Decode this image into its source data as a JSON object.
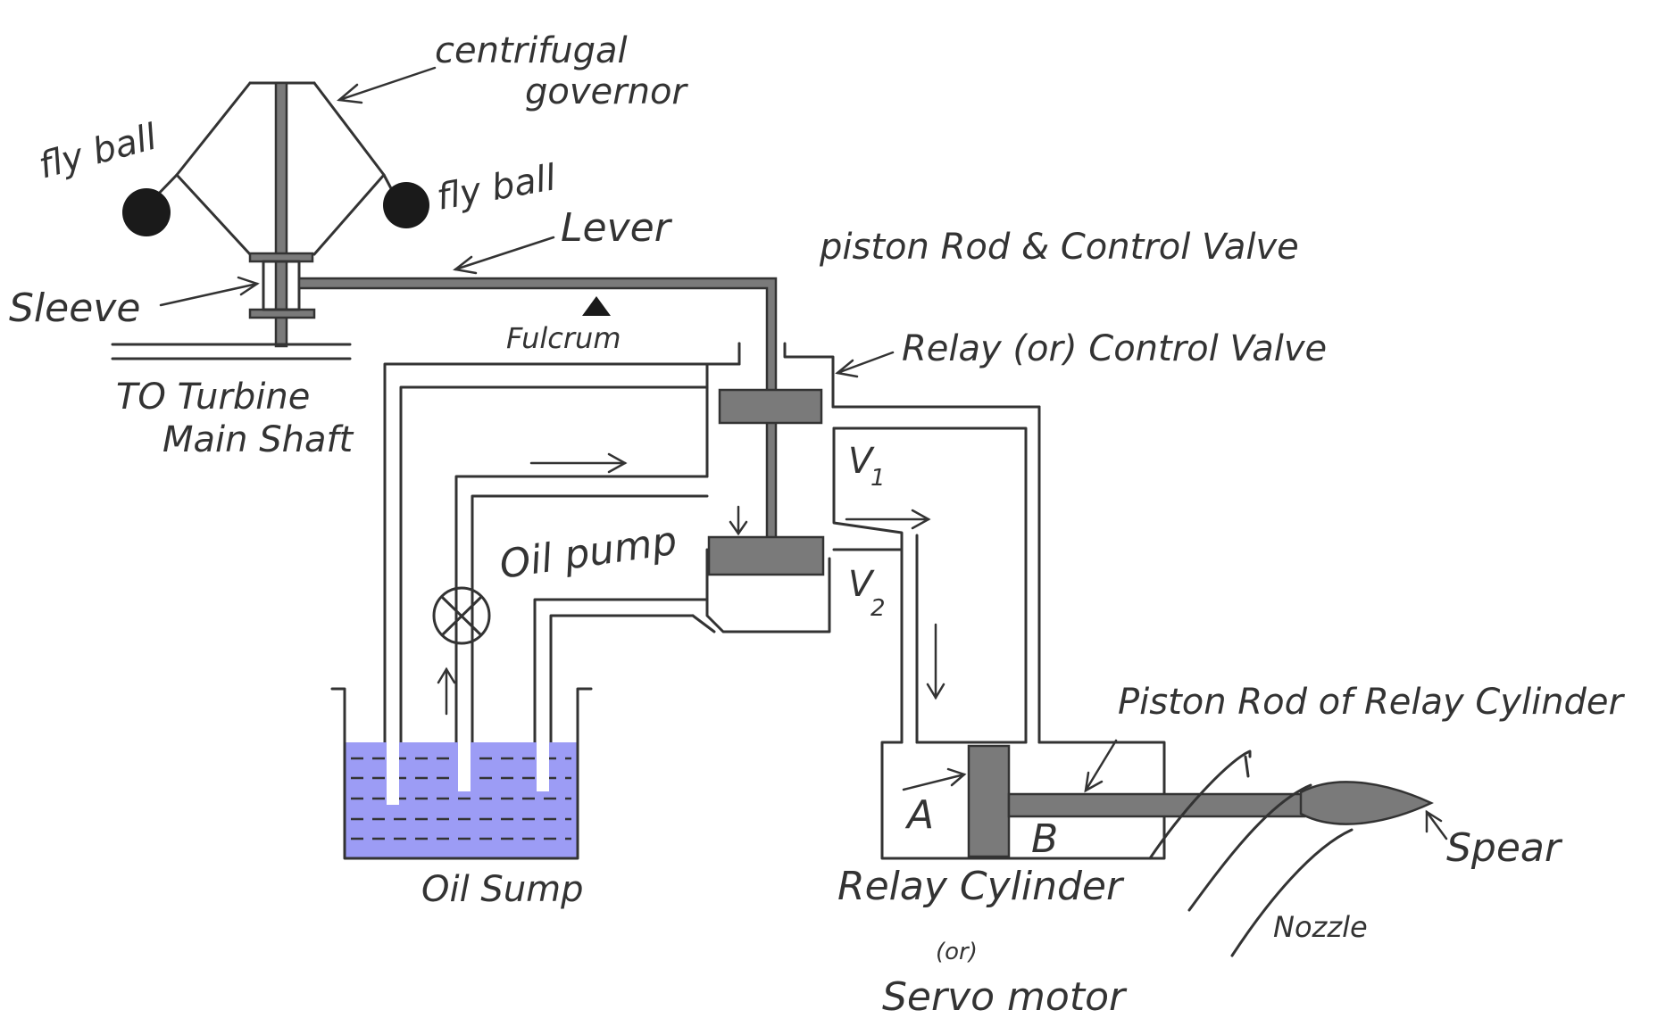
{
  "diagram": {
    "labels": {
      "centrifugal": "centrifugal",
      "governor": "governor",
      "flyball_left": "fly ball",
      "flyball_right": "fly ball",
      "lever": "Lever",
      "sleeve": "Sleeve",
      "fulcrum": "Fulcrum",
      "to_turbine": "TO Turbine",
      "main_shaft": "Main Shaft",
      "piston_rod_control_valve": "piston Rod & Control Valve",
      "relay_control_valve": "Relay (or) Control Valve",
      "v1": "V",
      "v1_sub": "1",
      "v2": "V",
      "v2_sub": "2",
      "oil_pump": "Oil pump",
      "oil_sump": "Oil Sump",
      "piston_rod_relay_cylinder": "Piston Rod of Relay Cylinder",
      "a": "A",
      "b": "B",
      "spear": "Spear",
      "nozzle": "Nozzle",
      "relay_cylinder": "Relay Cylinder",
      "or": "(or)",
      "servo_motor": "Servo motor"
    },
    "colors": {
      "ink": "#333333",
      "rod": "#7a7a7a",
      "oil": "#9c9cf5",
      "ball": "#1a1a1a"
    }
  }
}
